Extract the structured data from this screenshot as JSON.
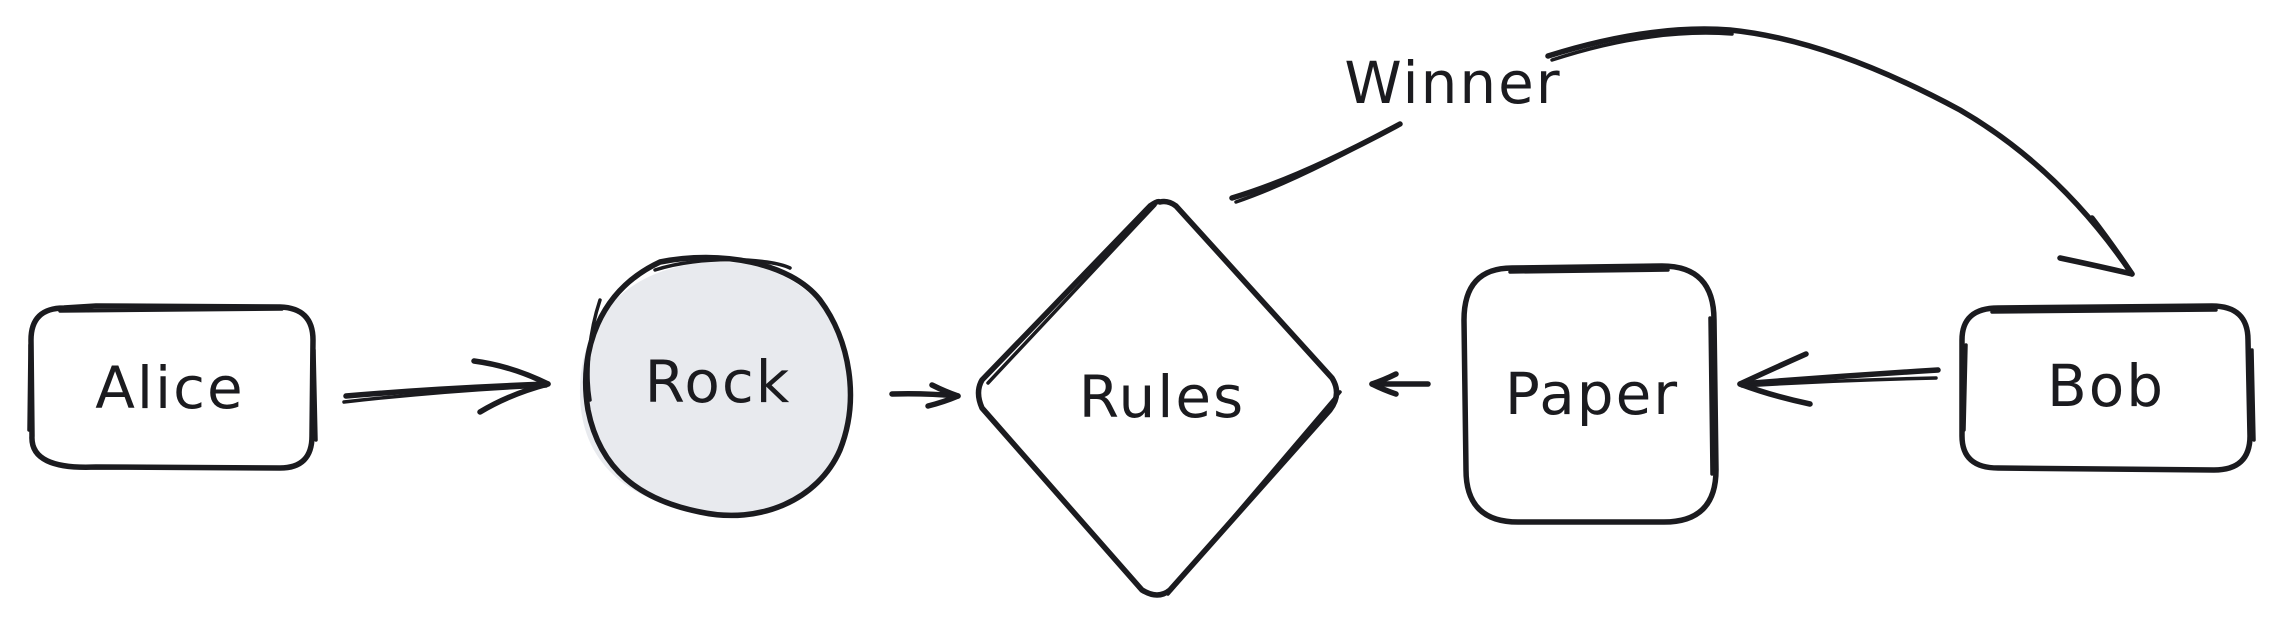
{
  "diagram": {
    "colors": {
      "stroke": "#1b1b1f",
      "rock_fill": "#e8eaee",
      "background": "#ffffff"
    },
    "nodes": {
      "alice": {
        "label": "Alice",
        "shape": "rounded-rectangle"
      },
      "rock": {
        "label": "Rock",
        "shape": "circle"
      },
      "rules": {
        "label": "Rules",
        "shape": "diamond"
      },
      "paper": {
        "label": "Paper",
        "shape": "rounded-square"
      },
      "bob": {
        "label": "Bob",
        "shape": "rounded-rectangle"
      }
    },
    "edges": [
      {
        "from": "Alice",
        "to": "Rock",
        "label": ""
      },
      {
        "from": "Rock",
        "to": "Rules",
        "label": ""
      },
      {
        "from": "Paper",
        "to": "Rules",
        "label": ""
      },
      {
        "from": "Bob",
        "to": "Paper",
        "label": ""
      },
      {
        "from": "Rules",
        "to": "Bob",
        "label": "Winner"
      }
    ]
  }
}
